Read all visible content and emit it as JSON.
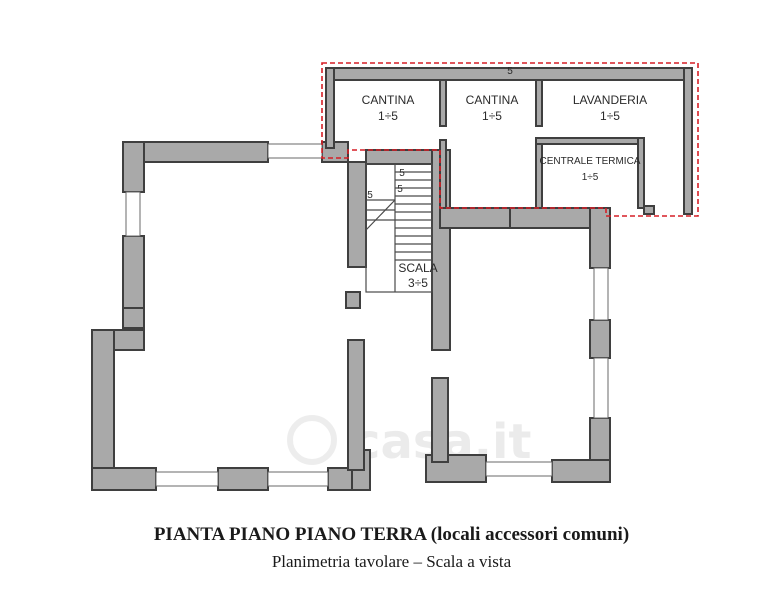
{
  "rooms": {
    "cantina_1": {
      "name": "CANTINA",
      "tag": "1÷5"
    },
    "cantina_2": {
      "name": "CANTINA",
      "tag": "1÷5"
    },
    "lavanderia": {
      "name": "LAVANDERIA",
      "tag": "1÷5"
    },
    "centrale_termica": {
      "name": "CENTRALE TERMICA",
      "tag": "1÷5"
    },
    "scala": {
      "name": "SCALA",
      "tag": "3÷5"
    }
  },
  "markers": {
    "stair_5a": "5",
    "stair_5b": "5",
    "stair_5c": "5",
    "top_5": "5"
  },
  "watermark": "casa.it",
  "colors": {
    "highlight": "#d61f26",
    "wall_fill": "#a9a9a9",
    "wall_stroke": "#3f3f3f"
  },
  "caption": {
    "title": "PIANTA PIANO PIANO TERRA (locali accessori comuni)",
    "subtitle": "Planimetria tavolare – Scala a vista"
  }
}
